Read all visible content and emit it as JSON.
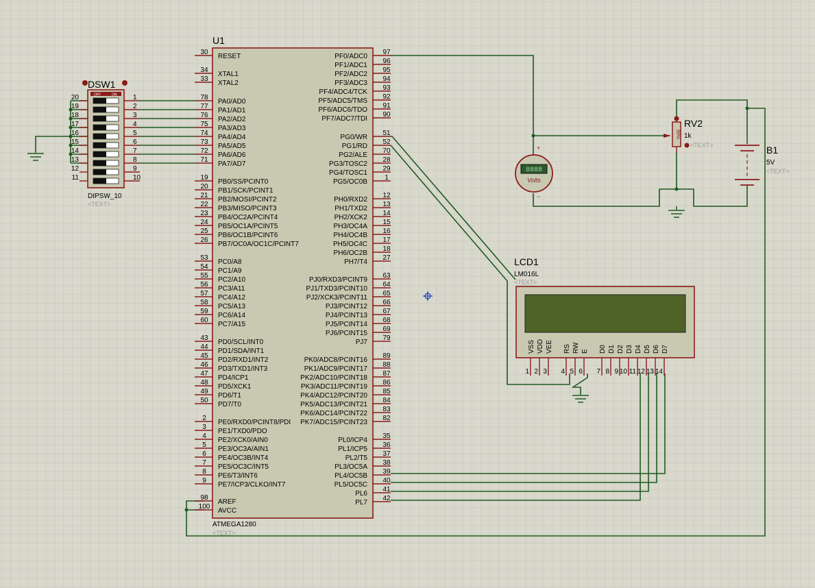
{
  "u1": {
    "ref": "U1",
    "part": "ATMEGA1280",
    "text": "<TEXT>",
    "left_pins": [
      {
        "n": "30",
        "label": "RESET"
      },
      {
        "n": "34",
        "label": "XTAL1"
      },
      {
        "n": "33",
        "label": "XTAL2"
      },
      {
        "n": "78",
        "label": "PA0/AD0"
      },
      {
        "n": "77",
        "label": "PA1/AD1"
      },
      {
        "n": "76",
        "label": "PA2/AD2"
      },
      {
        "n": "75",
        "label": "PA3/AD3"
      },
      {
        "n": "74",
        "label": "PA4/AD4"
      },
      {
        "n": "73",
        "label": "PA5/AD5"
      },
      {
        "n": "72",
        "label": "PA6/AD6"
      },
      {
        "n": "71",
        "label": "PA7/AD7"
      },
      {
        "n": "19",
        "label": "PB0/SS/PCINT0"
      },
      {
        "n": "20",
        "label": "PB1/SCK/PCINT1"
      },
      {
        "n": "21",
        "label": "PB2/MOSI/PCINT2"
      },
      {
        "n": "22",
        "label": "PB3/MISO/PCINT3"
      },
      {
        "n": "23",
        "label": "PB4/OC2A/PCINT4"
      },
      {
        "n": "24",
        "label": "PB5/OC1A/PCINT5"
      },
      {
        "n": "25",
        "label": "PB6/OC1B/PCINT6"
      },
      {
        "n": "26",
        "label": "PB7/OC0A/OC1C/PCINT7"
      },
      {
        "n": "53",
        "label": "PC0/A8"
      },
      {
        "n": "54",
        "label": "PC1/A9"
      },
      {
        "n": "55",
        "label": "PC2/A10"
      },
      {
        "n": "56",
        "label": "PC3/A11"
      },
      {
        "n": "57",
        "label": "PC4/A12"
      },
      {
        "n": "58",
        "label": "PC5/A13"
      },
      {
        "n": "59",
        "label": "PC6/A14"
      },
      {
        "n": "60",
        "label": "PC7/A15"
      },
      {
        "n": "43",
        "label": "PD0/SCL/INT0"
      },
      {
        "n": "44",
        "label": "PD1/SDA/INT1"
      },
      {
        "n": "45",
        "label": "PD2/RXD1/INT2"
      },
      {
        "n": "46",
        "label": "PD3/TXD1/INT3"
      },
      {
        "n": "47",
        "label": "PD4/ICP1"
      },
      {
        "n": "48",
        "label": "PD5/XCK1"
      },
      {
        "n": "49",
        "label": "PD6/T1"
      },
      {
        "n": "50",
        "label": "PD7/T0"
      },
      {
        "n": "2",
        "label": "PE0/RXD0/PCINT8/PDI"
      },
      {
        "n": "3",
        "label": "PE1/TXD0/PDO"
      },
      {
        "n": "4",
        "label": "PE2/XCK0/AIN0"
      },
      {
        "n": "5",
        "label": "PE3/OC3A/AIN1"
      },
      {
        "n": "6",
        "label": "PE4/OC3B/INT4"
      },
      {
        "n": "7",
        "label": "PE5/OC3C/INT5"
      },
      {
        "n": "8",
        "label": "PE6/T3/INT6"
      },
      {
        "n": "9",
        "label": "PE7/ICP3/CLKO/INT7"
      },
      {
        "n": "98",
        "label": "AREF"
      },
      {
        "n": "100",
        "label": "AVCC"
      }
    ],
    "right_pins": [
      {
        "n": "97",
        "label": "PF0/ADC0"
      },
      {
        "n": "96",
        "label": "PF1/ADC1"
      },
      {
        "n": "95",
        "label": "PF2/ADC2"
      },
      {
        "n": "94",
        "label": "PF3/ADC3"
      },
      {
        "n": "93",
        "label": "PF4/ADC4/TCK"
      },
      {
        "n": "92",
        "label": "PF5/ADC5/TMS"
      },
      {
        "n": "91",
        "label": "PF6/ADC6/TDO"
      },
      {
        "n": "90",
        "label": "PF7/ADC7/TDI"
      },
      {
        "n": "51",
        "label": "PG0/WR"
      },
      {
        "n": "52",
        "label": "PG1/RD"
      },
      {
        "n": "70",
        "label": "PG2/ALE"
      },
      {
        "n": "28",
        "label": "PG3/TOSC2"
      },
      {
        "n": "29",
        "label": "PG4/TOSC1"
      },
      {
        "n": "1",
        "label": "PG5/OC0B"
      },
      {
        "n": "12",
        "label": "PH0/RXD2"
      },
      {
        "n": "13",
        "label": "PH1/TXD2"
      },
      {
        "n": "14",
        "label": "PH2/XCK2"
      },
      {
        "n": "15",
        "label": "PH3/OC4A"
      },
      {
        "n": "16",
        "label": "PH4/OC4B"
      },
      {
        "n": "17",
        "label": "PH5/OC4C"
      },
      {
        "n": "18",
        "label": "PH6/OC2B"
      },
      {
        "n": "27",
        "label": "PH7/T4"
      },
      {
        "n": "63",
        "label": "PJ0/RXD3/PCINT9"
      },
      {
        "n": "64",
        "label": "PJ1/TXD3/PCINT10"
      },
      {
        "n": "65",
        "label": "PJ2/XCK3/PCINT11"
      },
      {
        "n": "66",
        "label": "PJ3/PCINT12"
      },
      {
        "n": "67",
        "label": "PJ4/PCINT13"
      },
      {
        "n": "68",
        "label": "PJ5/PCINT14"
      },
      {
        "n": "69",
        "label": "PJ6/PCINT15"
      },
      {
        "n": "79",
        "label": "PJ7"
      },
      {
        "n": "89",
        "label": "PK0/ADC8/PCINT16"
      },
      {
        "n": "88",
        "label": "PK1/ADC9/PCINT17"
      },
      {
        "n": "87",
        "label": "PK2/ADC10/PCINT18"
      },
      {
        "n": "86",
        "label": "PK3/ADC11/PCINT19"
      },
      {
        "n": "85",
        "label": "PK4/ADC12/PCINT20"
      },
      {
        "n": "84",
        "label": "PK5/ADC13/PCINT21"
      },
      {
        "n": "83",
        "label": "PK6/ADC14/PCINT22"
      },
      {
        "n": "82",
        "label": "PK7/ADC15/PCINT23"
      },
      {
        "n": "35",
        "label": "PL0/ICP4"
      },
      {
        "n": "36",
        "label": "PL1/ICP5"
      },
      {
        "n": "37",
        "label": "PL2/T5"
      },
      {
        "n": "38",
        "label": "PL3/OC5A"
      },
      {
        "n": "39",
        "label": "PL4/OC5B"
      },
      {
        "n": "40",
        "label": "PL5/OC5C"
      },
      {
        "n": "41",
        "label": "PL6"
      },
      {
        "n": "42",
        "label": "PL7"
      }
    ]
  },
  "dsw1": {
    "ref": "DSW1",
    "part": "DIPSW_10",
    "text": "<TEXT>",
    "off_label": "OFF",
    "on_label": "ON",
    "left_pins": [
      "20",
      "19",
      "18",
      "17",
      "16",
      "15",
      "14",
      "13",
      "12",
      "11"
    ],
    "right_pins": [
      "1",
      "2",
      "3",
      "4",
      "5",
      "6",
      "7",
      "8",
      "9",
      "10"
    ]
  },
  "lcd1": {
    "ref": "LCD1",
    "part": "LM016L",
    "text": "<TEXT>",
    "pins": [
      {
        "n": "1",
        "label": "VSS"
      },
      {
        "n": "2",
        "label": "VDD"
      },
      {
        "n": "3",
        "label": "VEE"
      },
      {
        "n": "4",
        "label": "RS"
      },
      {
        "n": "5",
        "label": "RW"
      },
      {
        "n": "6",
        "label": "E"
      },
      {
        "n": "7",
        "label": "D0"
      },
      {
        "n": "8",
        "label": "D1"
      },
      {
        "n": "9",
        "label": "D2"
      },
      {
        "n": "10",
        "label": "D3"
      },
      {
        "n": "11",
        "label": "D4"
      },
      {
        "n": "12",
        "label": "D5"
      },
      {
        "n": "13",
        "label": "D6"
      },
      {
        "n": "14",
        "label": "D7"
      }
    ]
  },
  "rv2": {
    "ref": "RV2",
    "value": "1k",
    "text": "<TEXT>",
    "wiper_label": "99%"
  },
  "b1": {
    "ref": "B1",
    "value": "5V",
    "text": "<TEXT>"
  },
  "voltmeter": {
    "display": "8888",
    "unit_label": "Volts",
    "plus": "+",
    "minus": "−"
  },
  "colors": {
    "background": "#d8d8cc",
    "grid": "#c4c4b6",
    "wire": "#1f5a1f",
    "component_outline": "#8b1a1a",
    "component_fill": "#c9c9b1",
    "lcd_screen": "#4f6327",
    "probe_marker": "#1a3fb5"
  }
}
